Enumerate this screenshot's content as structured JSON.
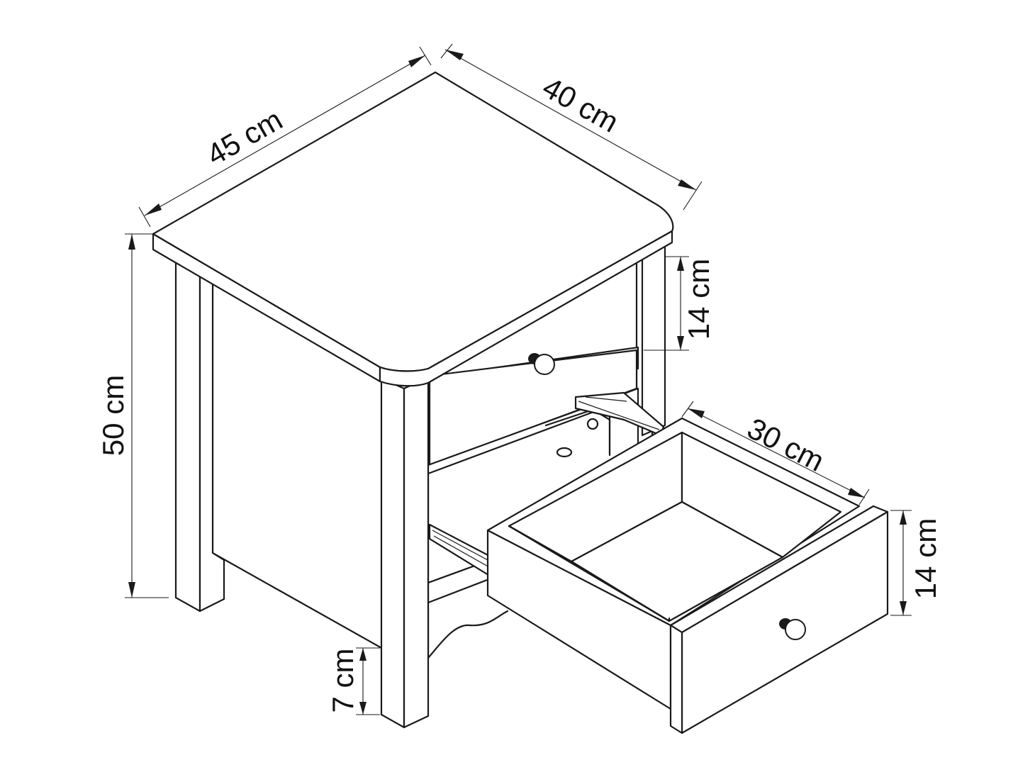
{
  "dimensions": {
    "width_label": "45 cm",
    "depth_label": "40 cm",
    "height_label": "50 cm",
    "top_drawer_height_label": "14 cm",
    "drawer_depth_label": "30 cm",
    "bottom_drawer_height_label": "14 cm",
    "leg_height_label": "7 cm"
  },
  "colors": {
    "line": "#1a1a1a",
    "fill": "#ffffff"
  }
}
